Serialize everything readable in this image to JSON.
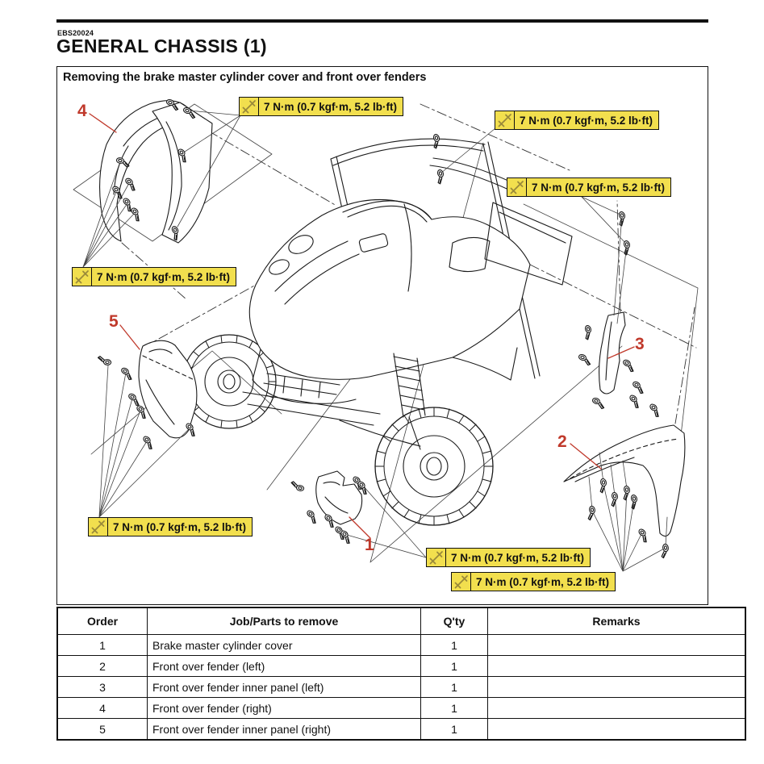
{
  "page": {
    "code": "EBS20024",
    "title": "GENERAL CHASSIS (1)"
  },
  "diagram": {
    "caption": "Removing the brake master cylinder cover and front over fenders",
    "torque_note": "7 N·m (0.7 kgf·m, 5.2 lb·ft)",
    "torque_icon": "torque-wrench-icon",
    "callout_count": 7,
    "part_labels": [
      "1",
      "2",
      "3",
      "4",
      "5"
    ],
    "colors": {
      "callout_bg": "#f2df4e",
      "label_red": "#c0392b",
      "line_art": "#1a1a1a"
    }
  },
  "table": {
    "headers": [
      "Order",
      "Job/Parts to remove",
      "Q'ty",
      "Remarks"
    ],
    "rows": [
      {
        "order": "1",
        "job": "Brake master cylinder cover",
        "qty": "1",
        "remarks": ""
      },
      {
        "order": "2",
        "job": "Front over fender (left)",
        "qty": "1",
        "remarks": ""
      },
      {
        "order": "3",
        "job": "Front over fender inner panel (left)",
        "qty": "1",
        "remarks": ""
      },
      {
        "order": "4",
        "job": "Front over fender (right)",
        "qty": "1",
        "remarks": ""
      },
      {
        "order": "5",
        "job": "Front over fender inner panel (right)",
        "qty": "1",
        "remarks": ""
      }
    ]
  }
}
